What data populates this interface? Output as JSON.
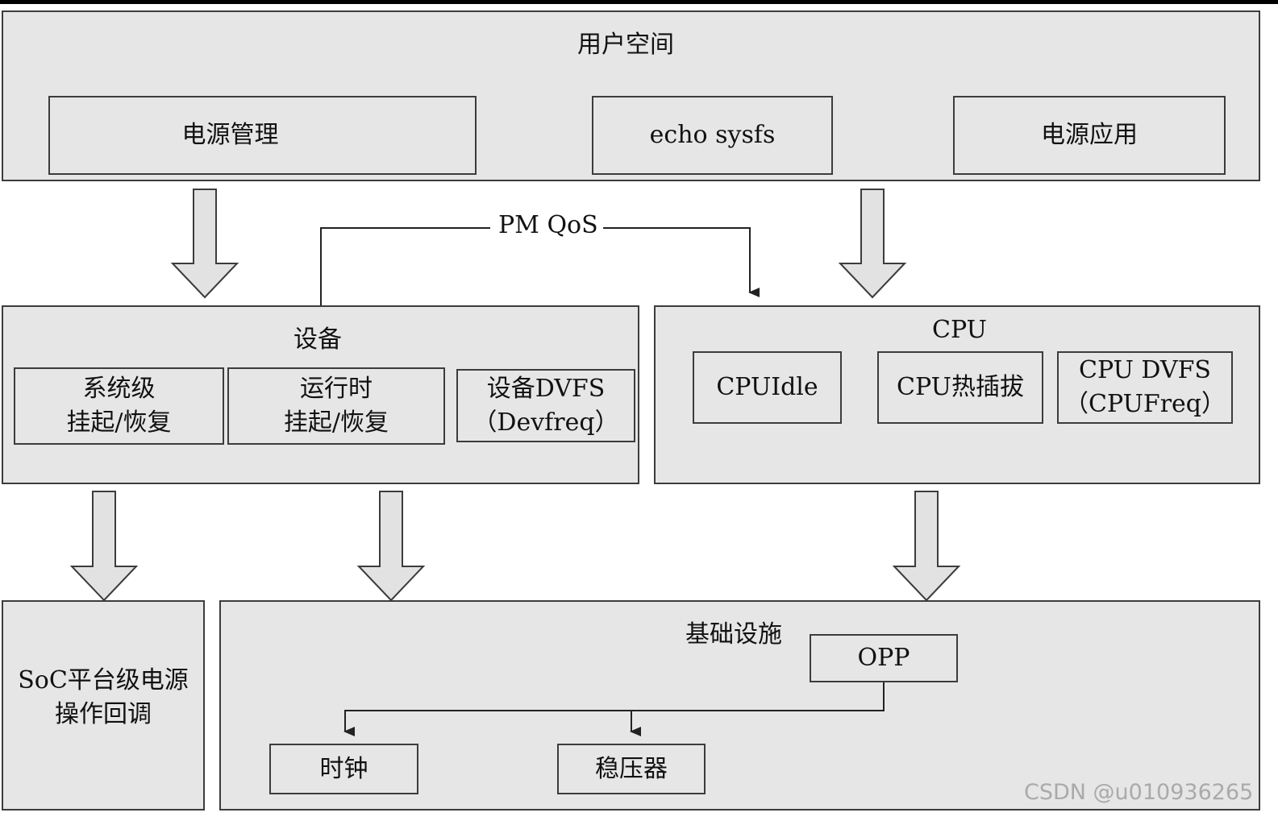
{
  "user_space": {
    "title": "用户空间",
    "power_management": "电源管理",
    "echo_sysfs": "echo sysfs",
    "power_apps": "电源应用"
  },
  "pm_qos_label": "PM QoS",
  "device": {
    "title": "设备",
    "system_suspend": "系统级\n挂起/恢复",
    "runtime_suspend": "运行时\n挂起/恢复",
    "device_dvfs": "设备DVFS\n（Devfreq）"
  },
  "cpu": {
    "title": "CPU",
    "cpuidle": "CPUIdle",
    "cpu_hotplug": "CPU热插拔",
    "cpu_dvfs": "CPU DVFS\n（CPUFreq）"
  },
  "soc": {
    "label": "SoC平台级电源\n操作回调"
  },
  "infrastructure": {
    "title": "基础设施",
    "opp": "OPP",
    "clock": "时钟",
    "regulator": "稳压器"
  },
  "watermark": "CSDN @u010936265",
  "colors": {
    "box_fill": "#e6e6e6",
    "border": "#3c3c3c",
    "arrow_fill": "#e2e2e2"
  }
}
